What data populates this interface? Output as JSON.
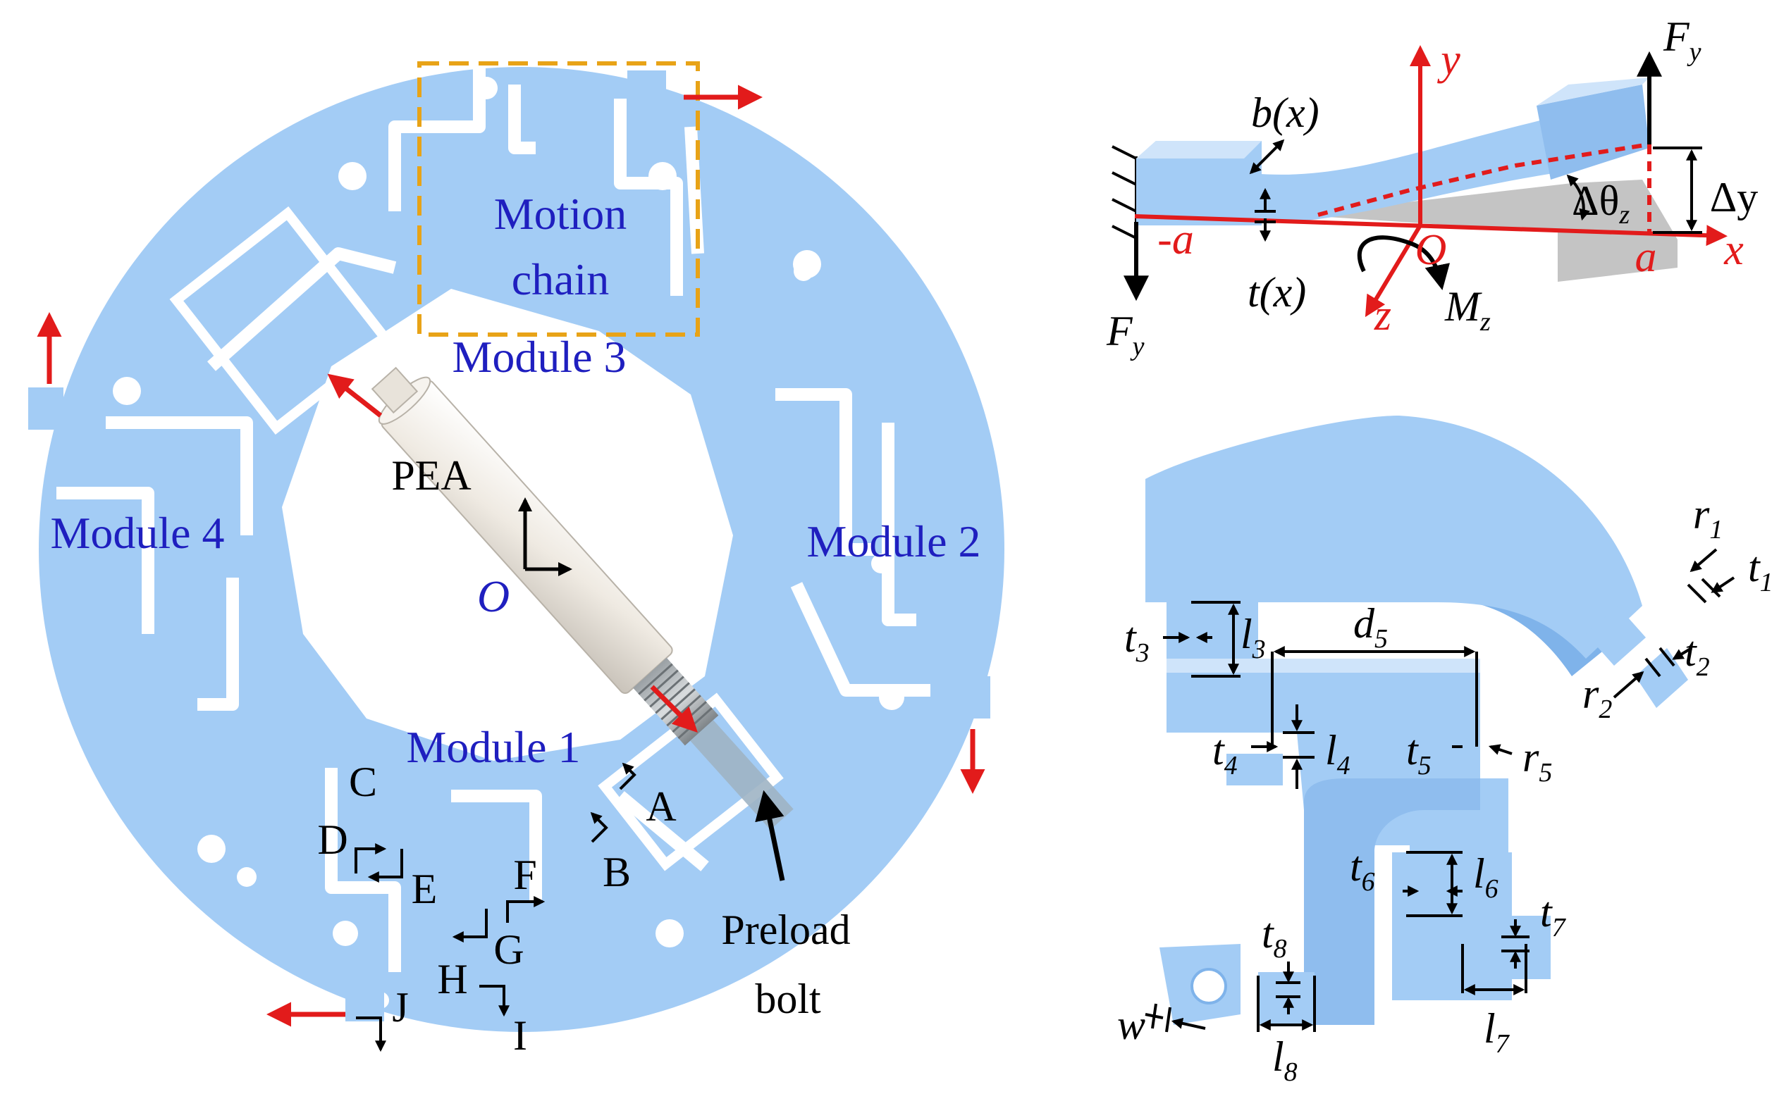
{
  "left_diagram": {
    "modules": {
      "module1": "Module 1",
      "module2": "Module 2",
      "module3": "Module 3",
      "module4": "Module 4"
    },
    "motion_chain_line1": "Motion",
    "motion_chain_line2": "chain",
    "pea": "PEA",
    "origin": "O",
    "preload_line1": "Preload",
    "preload_line2": "bolt",
    "hinge_points": [
      "A",
      "B",
      "C",
      "D",
      "E",
      "F",
      "G",
      "H",
      "I",
      "J"
    ]
  },
  "beam_diagram": {
    "axis_y": "y",
    "axis_x": "x",
    "axis_z": "z",
    "origin": "O",
    "neg_a": "-a",
    "pos_a": "a",
    "width_label": "b(x)",
    "thickness_label": "t(x)",
    "force": "F",
    "force_sub": "y",
    "moment": "M",
    "moment_sub": "z",
    "delta_theta": "Δθ",
    "delta_theta_sub": "z",
    "delta_y": "Δy"
  },
  "part_diagram": {
    "labels": {
      "r1": [
        "r",
        "1"
      ],
      "t1": [
        "t",
        "1"
      ],
      "t2": [
        "t",
        "2"
      ],
      "r2": [
        "r",
        "2"
      ],
      "t3": [
        "t",
        "3"
      ],
      "l3": [
        "l",
        "3"
      ],
      "d5": [
        "d",
        "5"
      ],
      "t4": [
        "t",
        "4"
      ],
      "l4": [
        "l",
        "4"
      ],
      "t5": [
        "t",
        "5"
      ],
      "r5": [
        "r",
        "5"
      ],
      "t6": [
        "t",
        "6"
      ],
      "l6": [
        "l",
        "6"
      ],
      "t7": [
        "t",
        "7"
      ],
      "l7": [
        "l",
        "7"
      ],
      "t8": [
        "t",
        "8"
      ],
      "l8": [
        "l",
        "8"
      ],
      "w": [
        "w",
        ""
      ]
    }
  },
  "colors": {
    "part_blue": "#a3ccf5",
    "part_blue_dark": "#7fb3ea",
    "label_blue": "#1f1fbf",
    "arrow_red": "#e21b1b",
    "dashed_orange": "#e8a317",
    "pea_body": "#efeae2"
  }
}
